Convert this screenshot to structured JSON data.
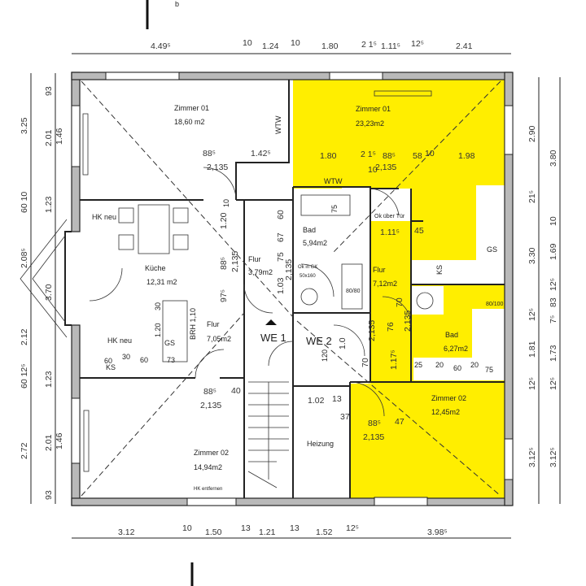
{
  "colors": {
    "highlight": "#ffee00",
    "wall": "#b9b9b9",
    "line": "#222222"
  },
  "top_marker": "b",
  "dims": {
    "top": [
      "4.49⁵",
      "10",
      "1.24",
      "10",
      "1.80",
      "2 1⁵",
      "1.11⁵",
      "12⁵",
      "2.41"
    ],
    "bottom": [
      "3.12",
      "10",
      "1.50",
      "13",
      "1.21",
      "13",
      "1.52",
      "12⁵",
      "3.98⁵"
    ],
    "left_outer": [
      "3.25",
      "60 10",
      "2.08⁵",
      "2.12",
      "60 12⁵",
      "2.72"
    ],
    "left_inner": [
      "93",
      "2.01",
      "1.46",
      "1.23",
      "3.70",
      "1.23",
      "2.01",
      "1.46",
      "93"
    ],
    "right_inner": [
      "2.90",
      "21⁵",
      "3.30",
      "12⁵",
      "1.81",
      "12⁵",
      "3.12⁵"
    ],
    "right_outer": [
      "3.80",
      "10",
      "1.69",
      "12⁵",
      "83",
      "7⁵",
      "1.73",
      "12⁵",
      "3.12⁵"
    ]
  },
  "we1": {
    "zimmer01": {
      "name": "Zimmer 01",
      "area": "18,60 m2"
    },
    "wtw": "WTW",
    "kueche": {
      "name": "Küche",
      "area": "12,31 m2"
    },
    "flur_small": {
      "name": "Flur",
      "area": "3,79m2"
    },
    "flur": {
      "name": "Flur",
      "area": "7,05m2"
    },
    "zimmer02": {
      "name": "Zimmer 02",
      "area": "14,94m2"
    },
    "hk_neu_1": "HK neu",
    "hk_neu_2": "HK neu",
    "hk_entfernen": "HK entfernen",
    "gs": "GS",
    "ks": "KS",
    "brh": "BRH 1,10",
    "label": "WE 1",
    "dims": [
      "88⁵",
      "2,135",
      "1.42⁵",
      "10",
      "1.20",
      "88⁵",
      "2,135",
      "97⁵",
      "60",
      "67",
      "75",
      "1.03",
      "2,135",
      "30",
      "1.20",
      "60",
      "30",
      "60",
      "73",
      "88⁵",
      "2,135",
      "40"
    ]
  },
  "we2": {
    "zimmer01": {
      "name": "Zimmer 01",
      "area": "23,23m2"
    },
    "wtw": "WTW",
    "ok_ueber_tuer": "Ok über Tür",
    "bad1": {
      "name": "Bad",
      "area": "5,94m2"
    },
    "ok_in_gk": "Ok in GK",
    "ok_size": "50x160",
    "dusche": "80/80",
    "flur": {
      "name": "Flur",
      "area": "7,12m2"
    },
    "gs": "GS",
    "ks": "KS",
    "wanne": "80/100",
    "bad2": {
      "name": "Bad",
      "area": "6,27m2"
    },
    "zimmer02": {
      "name": "Zimmer 02",
      "area": "12,45m2"
    },
    "heizung": "Heizung",
    "label": "WE 2",
    "dims": [
      "1.80",
      "2 1⁵",
      "88⁵",
      "58",
      "10",
      "1.98",
      "10",
      "2,135",
      "1.11⁵",
      "45",
      "75",
      "70",
      "120",
      "1.0",
      "2,135",
      "76",
      "2,135",
      "1.17⁵",
      "70",
      "25",
      "20",
      "60",
      "20",
      "75",
      "1.02",
      "13",
      "37",
      "88⁵",
      "47",
      "2,135"
    ]
  }
}
